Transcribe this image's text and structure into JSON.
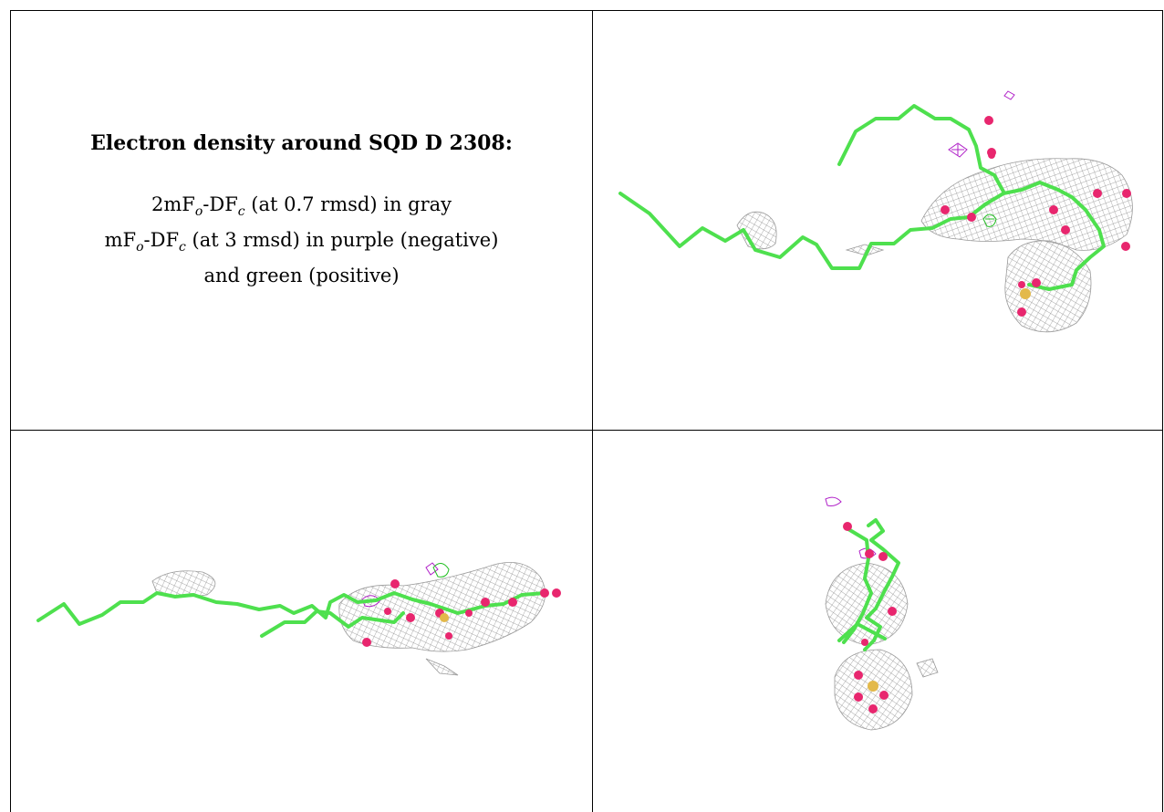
{
  "caption": {
    "title": "Electron density around SQD D 2308:",
    "line1": {
      "a": "2mF",
      "b": "o",
      "c": "-DF",
      "d": "c",
      "e": " (at 0.7 rmsd) in gray"
    },
    "line2": {
      "a": "mF",
      "b": "o",
      "c": "-DF",
      "d": "c",
      "e": " (at 3 rmsd) in purple (negative)"
    },
    "line3": "and green (positive)"
  },
  "colors": {
    "carbon": "#4ee04e",
    "oxygen": "#e8266e",
    "sulfur": "#e3b94a",
    "map_2fofc": "#8a8a8a",
    "map_negative": "#b020c8",
    "map_positive": "#22c022"
  },
  "views": [
    {
      "name": "view-top-right"
    },
    {
      "name": "view-bottom-left"
    },
    {
      "name": "view-bottom-right"
    }
  ]
}
